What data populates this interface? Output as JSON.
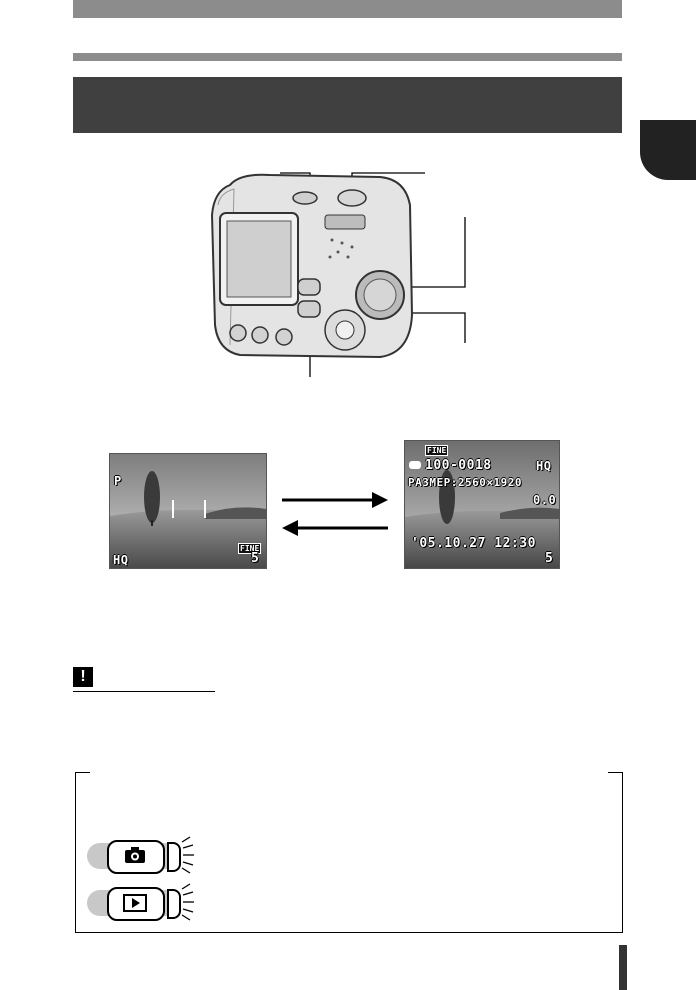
{
  "screen_record": {
    "mode_letter": "P",
    "quality_left": "HQ",
    "fine_badge": "FINE",
    "frames_remaining": "5"
  },
  "screen_playback": {
    "fine_badge": "FINE",
    "file_number": "100-0018",
    "quality": "HQ",
    "mode_line": "PA3MEP:2560×1920",
    "exposure": "0.0",
    "datetime": "'05.10.27  12:30",
    "frame_number": "5"
  },
  "colors": {
    "header_bars": "#8c8c8c",
    "title_box": "#404040",
    "chapter_tab": "#222222",
    "mode_button": "#c8c8c8"
  },
  "icons": {
    "caution": "exclamation-icon",
    "shooting_mode": "camera-icon",
    "playback_mode": "play-icon"
  }
}
